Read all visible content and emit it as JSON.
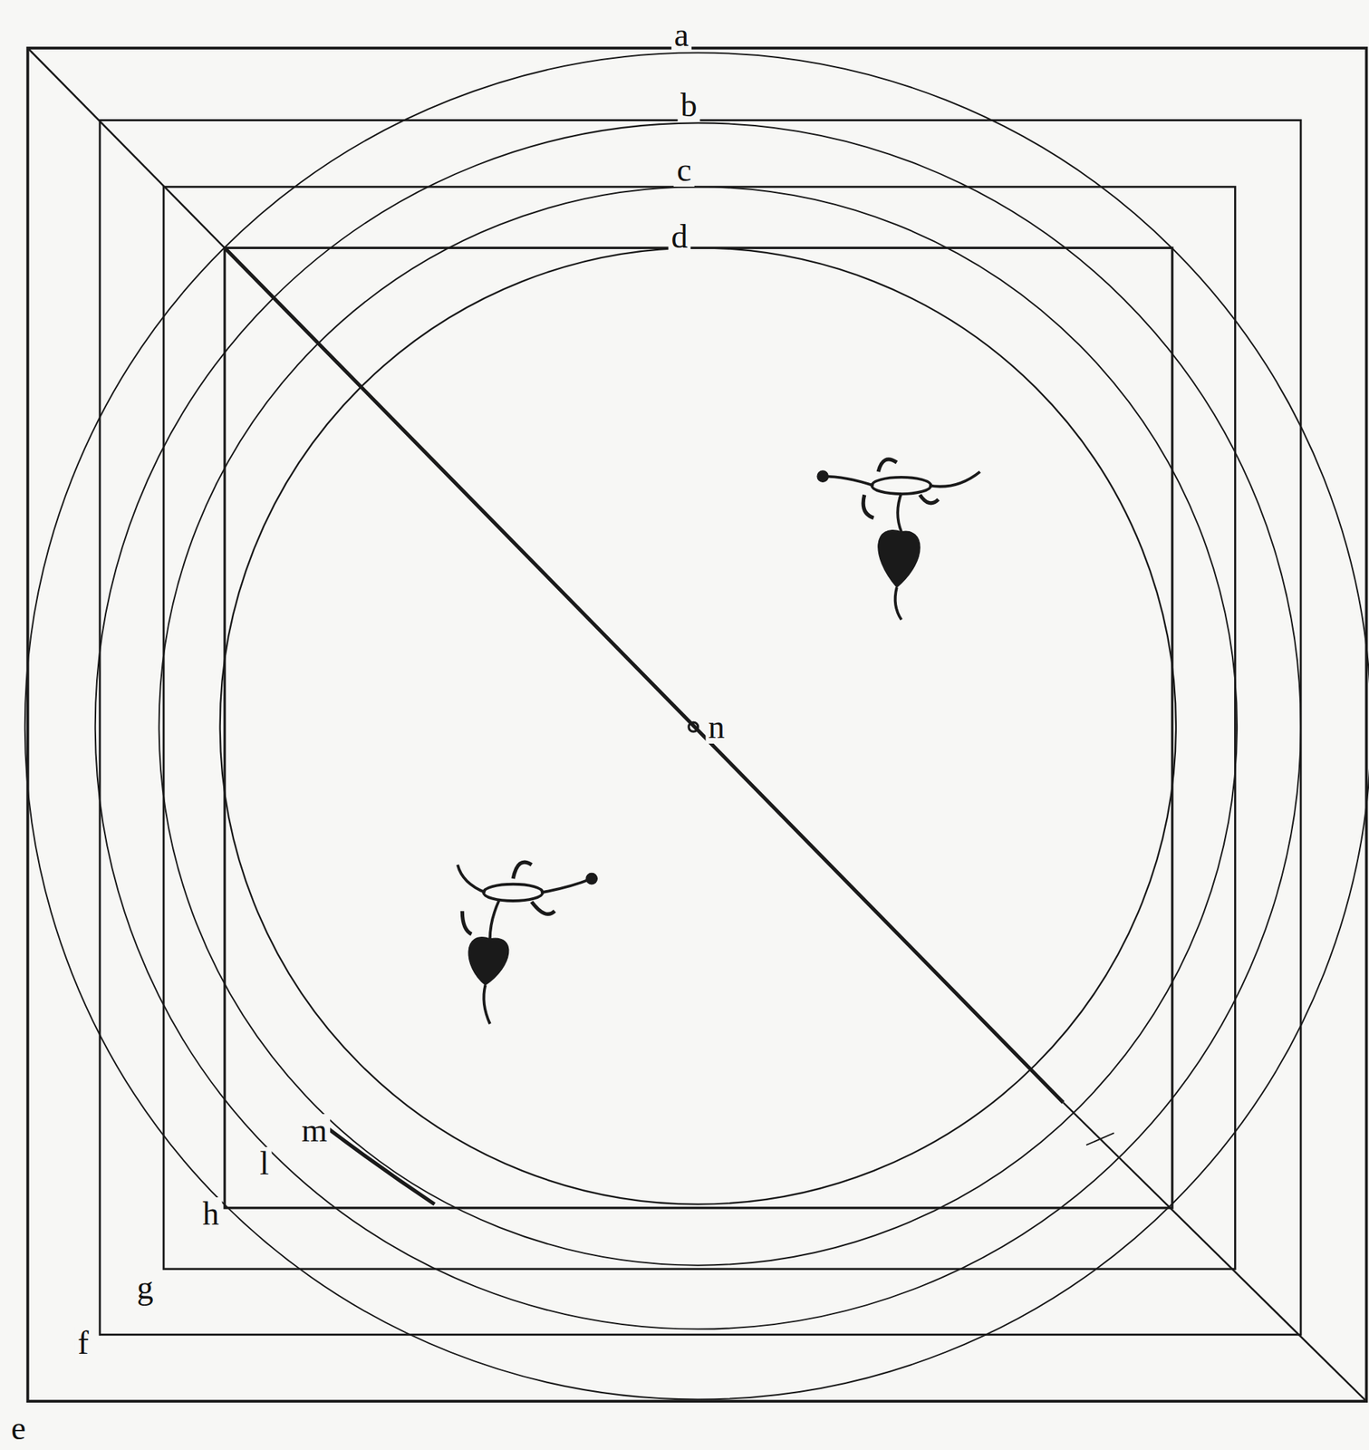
{
  "diagram": {
    "labels": [
      "a",
      "b",
      "c",
      "d",
      "n",
      "m",
      "l",
      "h",
      "g",
      "f",
      "e"
    ]
  }
}
